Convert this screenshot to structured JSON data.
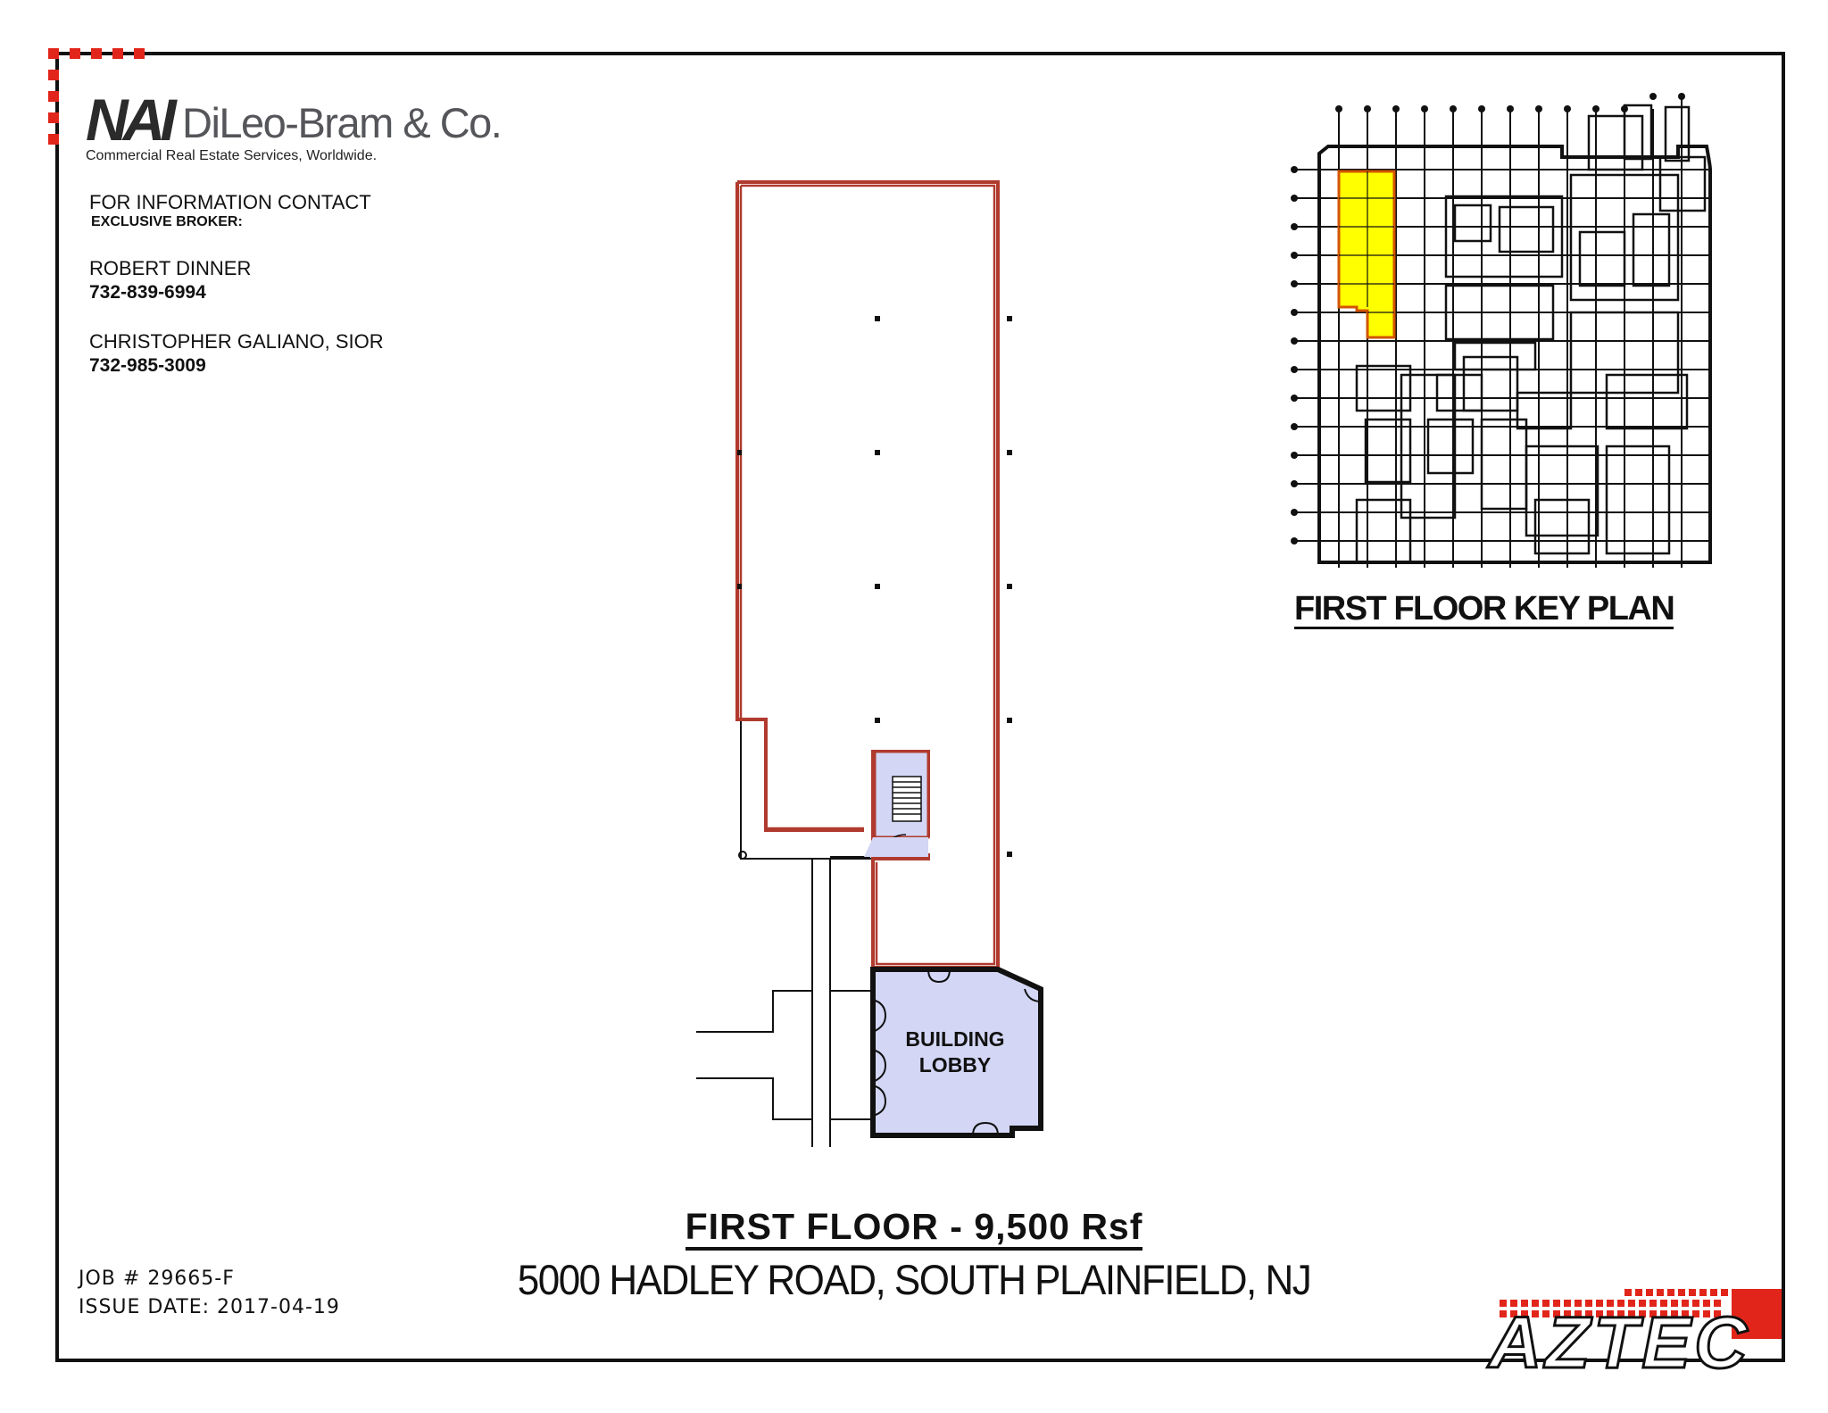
{
  "brand": {
    "logo_mark": "NAI",
    "firm_name": "DiLeo-Bram & Co.",
    "tagline": "Commercial Real Estate Services, Worldwide."
  },
  "contact": {
    "heading": "FOR INFORMATION CONTACT",
    "subheading": "EXCLUSIVE BROKER:",
    "brokers": [
      {
        "name": "ROBERT DINNER",
        "phone": "732-839-6994"
      },
      {
        "name": "CHRISTOPHER GALIANO, SIOR",
        "phone": "732-985-3009"
      }
    ]
  },
  "key_plan": {
    "title": "FIRST FLOOR  KEY PLAN",
    "highlight_color": "#ffff00"
  },
  "floor_plan": {
    "suite_outline_color": "#c0392b",
    "lobby_fill_color": "#d3d7f5",
    "lobby_label_line1": "BUILDING",
    "lobby_label_line2": "LOBBY"
  },
  "title_block": {
    "title": "FIRST FLOOR - 9,500 Rsf",
    "address": "5000 HADLEY ROAD, SOUTH PLAINFIELD, NJ",
    "job": "JOB # 29665-F",
    "issue_date": "ISSUE DATE: 2017-04-19",
    "designer_logo": "AZTEC"
  }
}
